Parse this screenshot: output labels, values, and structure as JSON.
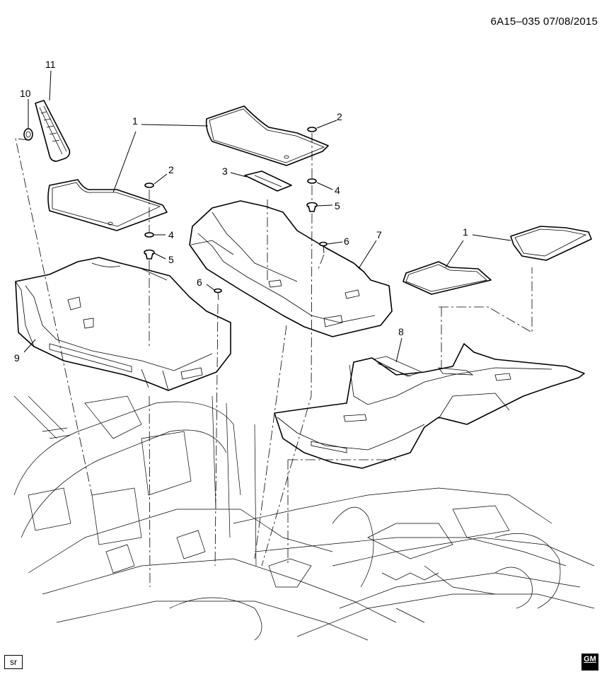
{
  "header": {
    "doc_id": "6A15–035  07/08/2015"
  },
  "footer": {
    "sr_label": "sr",
    "logo_text": "GM"
  },
  "callouts": [
    {
      "id": "c11",
      "label": "11"
    },
    {
      "id": "c10",
      "label": "10"
    },
    {
      "id": "c1a",
      "label": "1"
    },
    {
      "id": "c2a",
      "label": "2"
    },
    {
      "id": "c2b",
      "label": "2"
    },
    {
      "id": "c3",
      "label": "3"
    },
    {
      "id": "c4a",
      "label": "4"
    },
    {
      "id": "c4b",
      "label": "4"
    },
    {
      "id": "c5a",
      "label": "5"
    },
    {
      "id": "c5b",
      "label": "5"
    },
    {
      "id": "c6a",
      "label": "6"
    },
    {
      "id": "c6b",
      "label": "6"
    },
    {
      "id": "c7",
      "label": "7"
    },
    {
      "id": "c1b",
      "label": "1"
    },
    {
      "id": "c8",
      "label": "8"
    },
    {
      "id": "c9",
      "label": "9"
    }
  ]
}
